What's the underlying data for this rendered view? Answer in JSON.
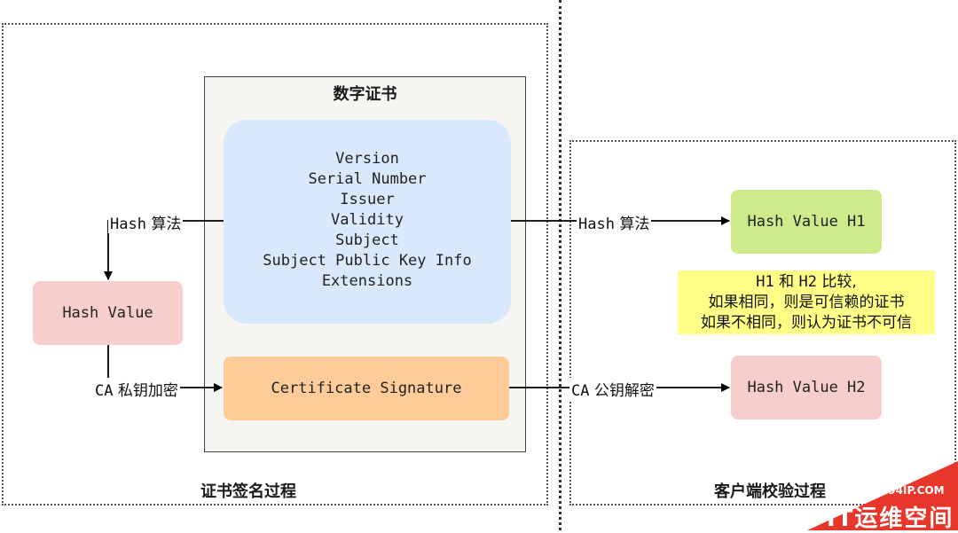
{
  "certificate": {
    "title": "数字证书",
    "fields": [
      "Version",
      "Serial Number",
      "Issuer",
      "Validity",
      "Subject",
      "Subject Public Key Info",
      "Extensions"
    ],
    "signature_label": "Certificate Signature"
  },
  "signing": {
    "hash_algo_prefix": "Hash",
    "hash_algo_suffix": "算法",
    "hash_value": "Hash Value",
    "encrypt_prefix": "CA",
    "encrypt_suffix": "私钥加密",
    "section_label": "证书签名过程"
  },
  "verification": {
    "hash_algo_prefix": "Hash",
    "hash_algo_suffix": "算法",
    "h1": "Hash Value H1",
    "decrypt_prefix": "CA",
    "decrypt_suffix": "公钥解密",
    "h2": "Hash Value H2",
    "compare_line1_h1": "H1",
    "compare_line1_and": "和",
    "compare_line1_h2": "H2",
    "compare_line1_end": "比较,",
    "compare_line2": "如果相同，则是可信赖的证书",
    "compare_line3": "如果不相同，则认为证书不可信",
    "section_label": "客户端校验过程"
  },
  "watermark": {
    "url": "WWW.94IP.COM",
    "name": "IT运维空间"
  },
  "colors": {
    "fields_box": "#dae8fc",
    "signature_box": "#ffcc99",
    "hash_box": "#f8cecc",
    "h1_box": "#cdeb8b",
    "h2_box": "#f8cecc",
    "note": "#ffff88",
    "watermark": "#e8362a"
  }
}
